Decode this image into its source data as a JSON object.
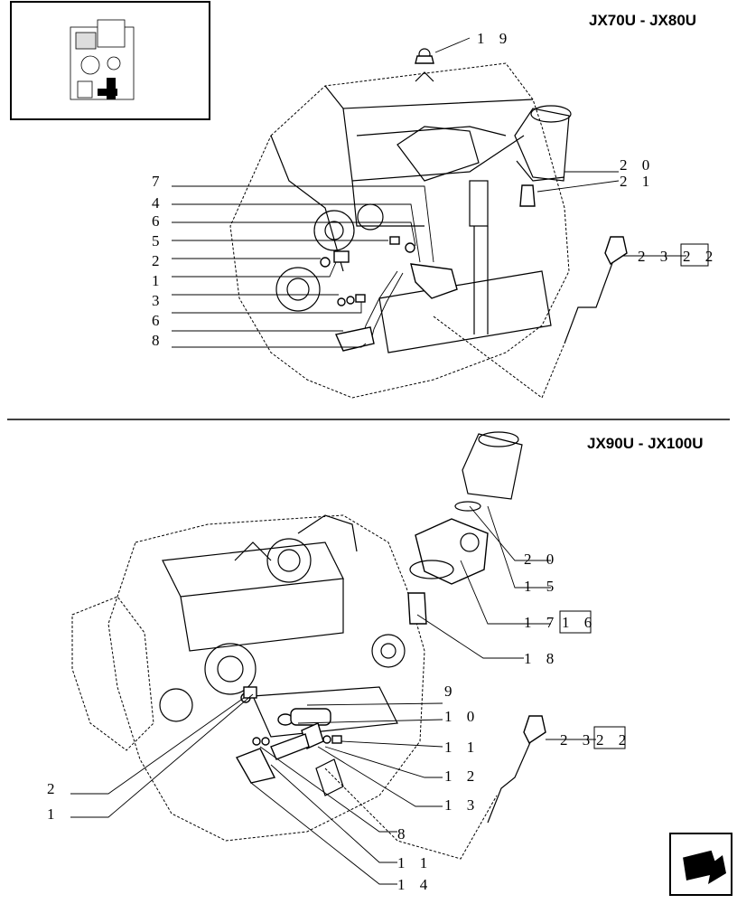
{
  "sections": [
    {
      "model_label": "JX70U - JX80U",
      "callouts": [
        "1 9",
        "2 0",
        "2 1",
        "2 3",
        "2 2",
        "7",
        "4",
        "6",
        "5",
        "2",
        "1",
        "3",
        "6",
        "8"
      ]
    },
    {
      "model_label": "JX90U - JX100U",
      "callouts": [
        "2 0",
        "1 5",
        "1 7",
        "1 6",
        "1 8",
        "9",
        "1 0",
        "1 1",
        "1 2",
        "1 3",
        "8",
        "1 1",
        "1 4",
        "2",
        "1",
        "2 3",
        "2 2"
      ]
    }
  ],
  "thumbnail": {
    "icon": "engine-thumbnail-icon"
  },
  "navigation": {
    "icon": "back-arrow-icon"
  }
}
